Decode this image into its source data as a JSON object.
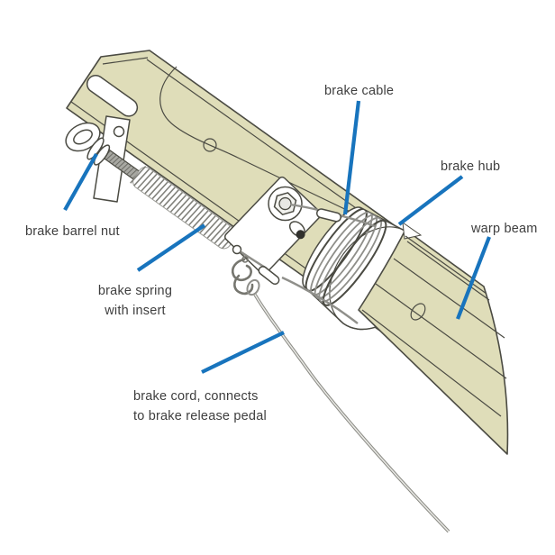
{
  "figure": {
    "type": "technical-illustration",
    "subject": "loom warp beam brake mechanism",
    "colors": {
      "background": "#ffffff",
      "beam_fill": "#dfddb9",
      "outline": "#4b4b43",
      "cable": "#8f8f8a",
      "cord": "#8c8c86",
      "rod": "#a8a8a2",
      "leader": "#1874bd",
      "text": "#3e3e3e"
    },
    "labels": {
      "brake_cable": {
        "text": "brake cable"
      },
      "brake_hub": {
        "text": "brake hub"
      },
      "warp_beam": {
        "text": "warp beam"
      },
      "brake_barrel_nut": {
        "text": "brake barrel nut"
      },
      "brake_spring": {
        "line1": "brake spring",
        "line2": "with insert"
      },
      "brake_cord": {
        "line1": "brake cord, connects",
        "line2": "to brake release pedal"
      }
    }
  }
}
